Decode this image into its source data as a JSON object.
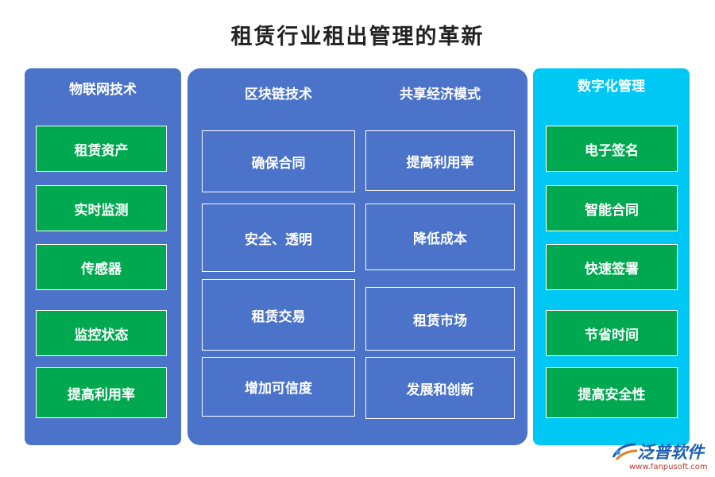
{
  "title": "租赁行业租出管理的革新",
  "columns": {
    "iot": {
      "heading": "物联网技术",
      "items": [
        "租赁资产",
        "实时监测",
        "传感器",
        "监控状态",
        "提高利用率"
      ]
    },
    "blockchain": {
      "heading": "区块链技术",
      "items": [
        "确保合同",
        "安全、透明",
        "租赁交易",
        "增加可信度"
      ]
    },
    "sharing": {
      "heading": "共享经济模式",
      "items": [
        "提高利用率",
        "降低成本",
        "租赁市场",
        "发展和创新"
      ]
    },
    "digital": {
      "heading": "数字化管理",
      "items": [
        "电子签名",
        "智能合同",
        "快速签署",
        "节省时间",
        "提高安全性"
      ]
    }
  },
  "watermark": {
    "name": "泛普软件",
    "url": "www.fanpusoft.com"
  },
  "colors": {
    "panel_blue": "#4a73c9",
    "panel_cyan": "#00c8f5",
    "box_green": "#00a94f"
  }
}
